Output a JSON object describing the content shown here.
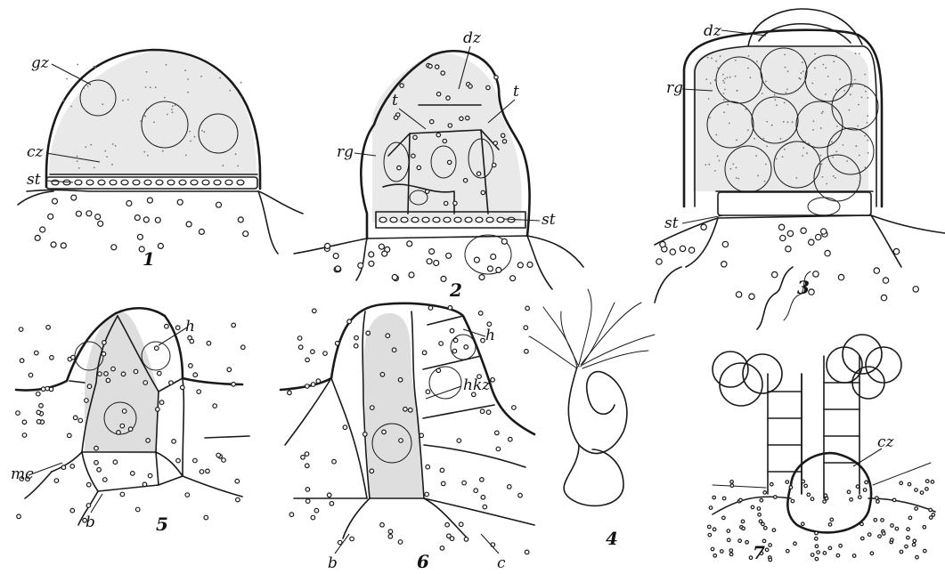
{
  "figures": [
    {
      "number": "1",
      "labels": [
        "gz",
        "cz",
        "st"
      ]
    },
    {
      "number": "2",
      "labels": [
        "dz",
        "t",
        "t",
        "rg",
        "st"
      ]
    },
    {
      "number": "3",
      "labels": [
        "dz",
        "rg",
        "st"
      ]
    },
    {
      "number": "4",
      "labels": []
    },
    {
      "number": "5",
      "labels": [
        "h",
        "mc",
        "b"
      ]
    },
    {
      "number": "6",
      "labels": [
        "h",
        "hkz",
        "b",
        "c"
      ]
    },
    {
      "number": "7",
      "labels": [
        "cz"
      ]
    }
  ]
}
